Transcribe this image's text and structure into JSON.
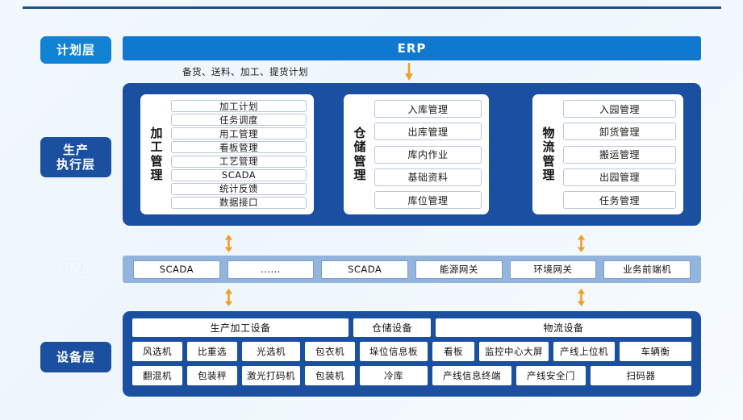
{
  "layers": {
    "plan": "计划层",
    "execution": "生产\n执行层",
    "execution_l1": "生产",
    "execution_l2": "执行层",
    "aggregation": "汇聚层",
    "equipment": "设备层"
  },
  "plan_layer": {
    "erp_label": "ERP",
    "note": "备货、送料、加工、提货计划",
    "arrow_icon": "down-arrow-icon",
    "arrow_color": "#f0a02a"
  },
  "execution_layer": {
    "panel_color": "#1b50a0",
    "cards": [
      {
        "title": "加工管理",
        "items": [
          "加工计划",
          "任务调度",
          "用工管理",
          "看板管理",
          "工艺管理",
          "SCADA",
          "统计反馈",
          "数据接口"
        ]
      },
      {
        "title": "仓储管理",
        "items": [
          "入库管理",
          "出库管理",
          "库内作业",
          "基础资料",
          "库位管理"
        ]
      },
      {
        "title": "物流管理",
        "items": [
          "入园管理",
          "卸货管理",
          "搬运管理",
          "出园管理",
          "任务管理"
        ]
      }
    ]
  },
  "aggregation_layer": {
    "band_color": "#93b4dd",
    "items": [
      "SCADA",
      "......",
      "SCADA",
      "能源网关",
      "环境网关",
      "业务前端机"
    ]
  },
  "equipment_layer": {
    "panel_color": "#1b50a0",
    "headers": [
      "生产加工设备",
      "仓储设备",
      "物流设备"
    ],
    "row1": [
      "风选机",
      "比重选",
      "光选机",
      "包衣机",
      "垛位信息板",
      "看板",
      "监控中心大屏",
      "产线上位机",
      "车辆衡"
    ],
    "row2": [
      "翻混机",
      "包装秤",
      "激光打码机",
      "包装机",
      "冷库",
      "产线信息终端",
      "产线安全门",
      "扫码器"
    ]
  },
  "arrows": {
    "bidirectional_icon": "up-down-arrow-icon",
    "color": "#f0a02a"
  }
}
